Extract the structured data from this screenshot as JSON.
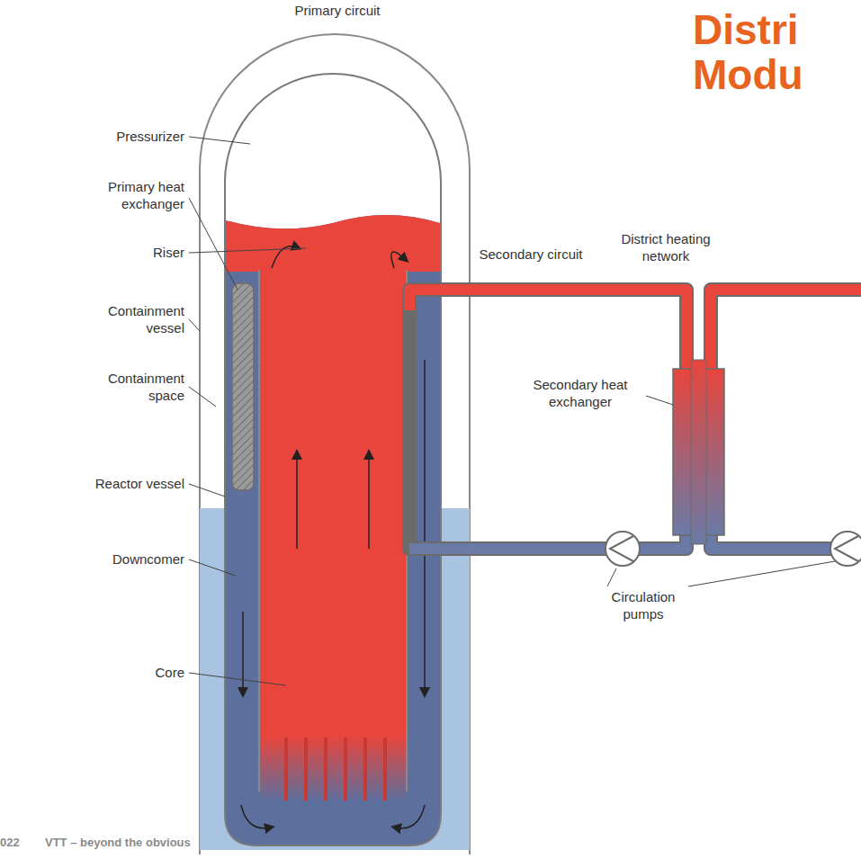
{
  "diagram": {
    "title": "Distri Modu",
    "labels": [
      "Primary circuit",
      "Pressurizer",
      "Primary heat exchanger",
      "Riser",
      "Containment vessel",
      "Containment space",
      "Reactor vessel",
      "Downcomer",
      "Core",
      "Secondary circuit",
      "District heating network",
      "Secondary heat exchanger",
      "Circulation pumps",
      "022",
      "VTT – beyond the obvious"
    ]
  }
}
